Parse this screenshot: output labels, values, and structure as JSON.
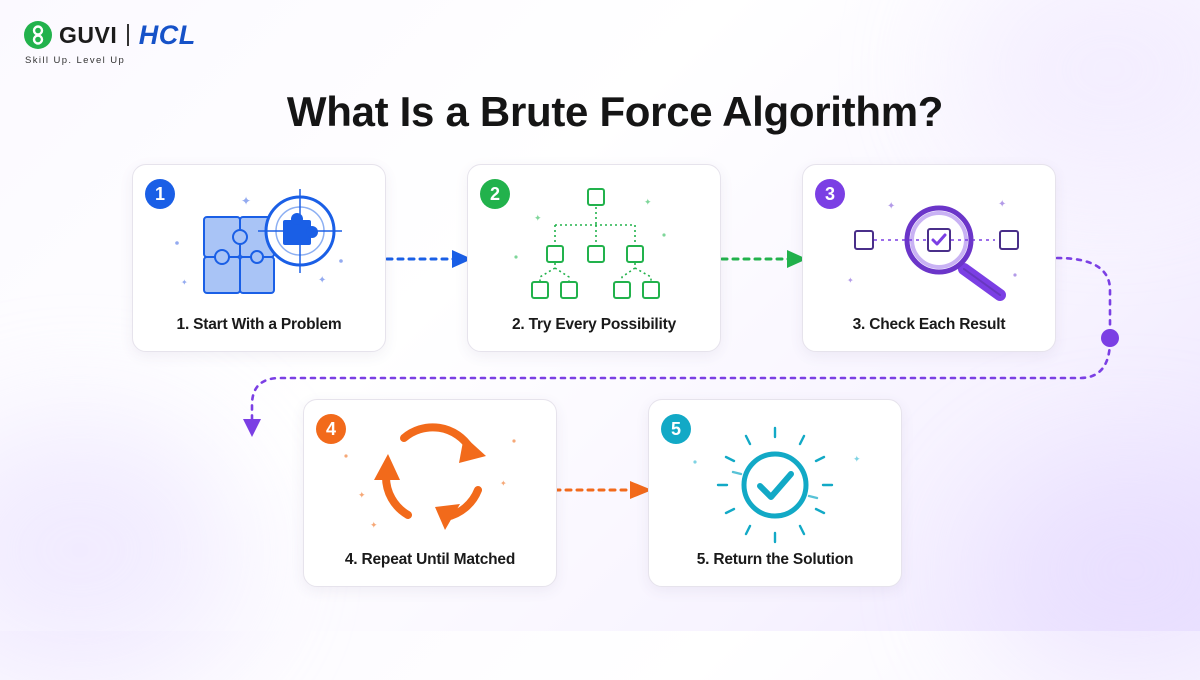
{
  "brand": {
    "name": "GUVI",
    "partner": "HCL",
    "tagline": "Skill Up. Level Up"
  },
  "title": "What Is a Brute Force Algorithm?",
  "steps": [
    {
      "number": "1",
      "label": "1. Start With a Problem",
      "icon": "puzzle-target-icon",
      "color": "#1a5fe6"
    },
    {
      "number": "2",
      "label": "2. Try Every Possibility",
      "icon": "tree-branch-icon",
      "color": "#22b24c"
    },
    {
      "number": "3",
      "label": "3. Check Each Result",
      "icon": "magnifier-check-icon",
      "color": "#7b3fe4"
    },
    {
      "number": "4",
      "label": "4. Repeat Until Matched",
      "icon": "cycle-arrows-icon",
      "color": "#f26a1b"
    },
    {
      "number": "5",
      "label": "5. Return the Solution",
      "icon": "check-circle-icon",
      "color": "#12a9c6"
    }
  ]
}
